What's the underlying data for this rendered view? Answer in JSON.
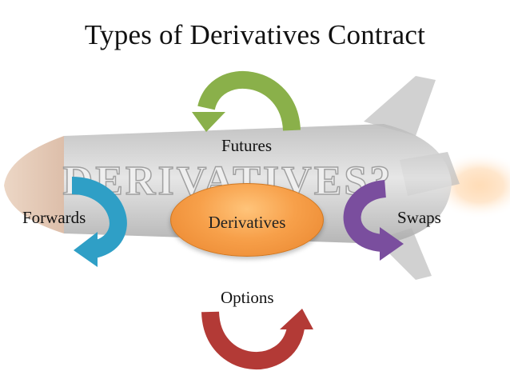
{
  "title": "Types of Derivatives Contract",
  "center": {
    "label": "Derivatives",
    "color": "#f39a3e"
  },
  "nodes": [
    {
      "name": "futures",
      "label": "Futures",
      "arrow_color": "#8ab04a"
    },
    {
      "name": "swaps",
      "label": "Swaps",
      "arrow_color": "#7a4e9e"
    },
    {
      "name": "options",
      "label": "Options",
      "arrow_color": "#b33a36"
    },
    {
      "name": "forwards",
      "label": "Forwards",
      "arrow_color": "#2f9fc6"
    }
  ],
  "background_watermark": "DERIVATIVES?"
}
